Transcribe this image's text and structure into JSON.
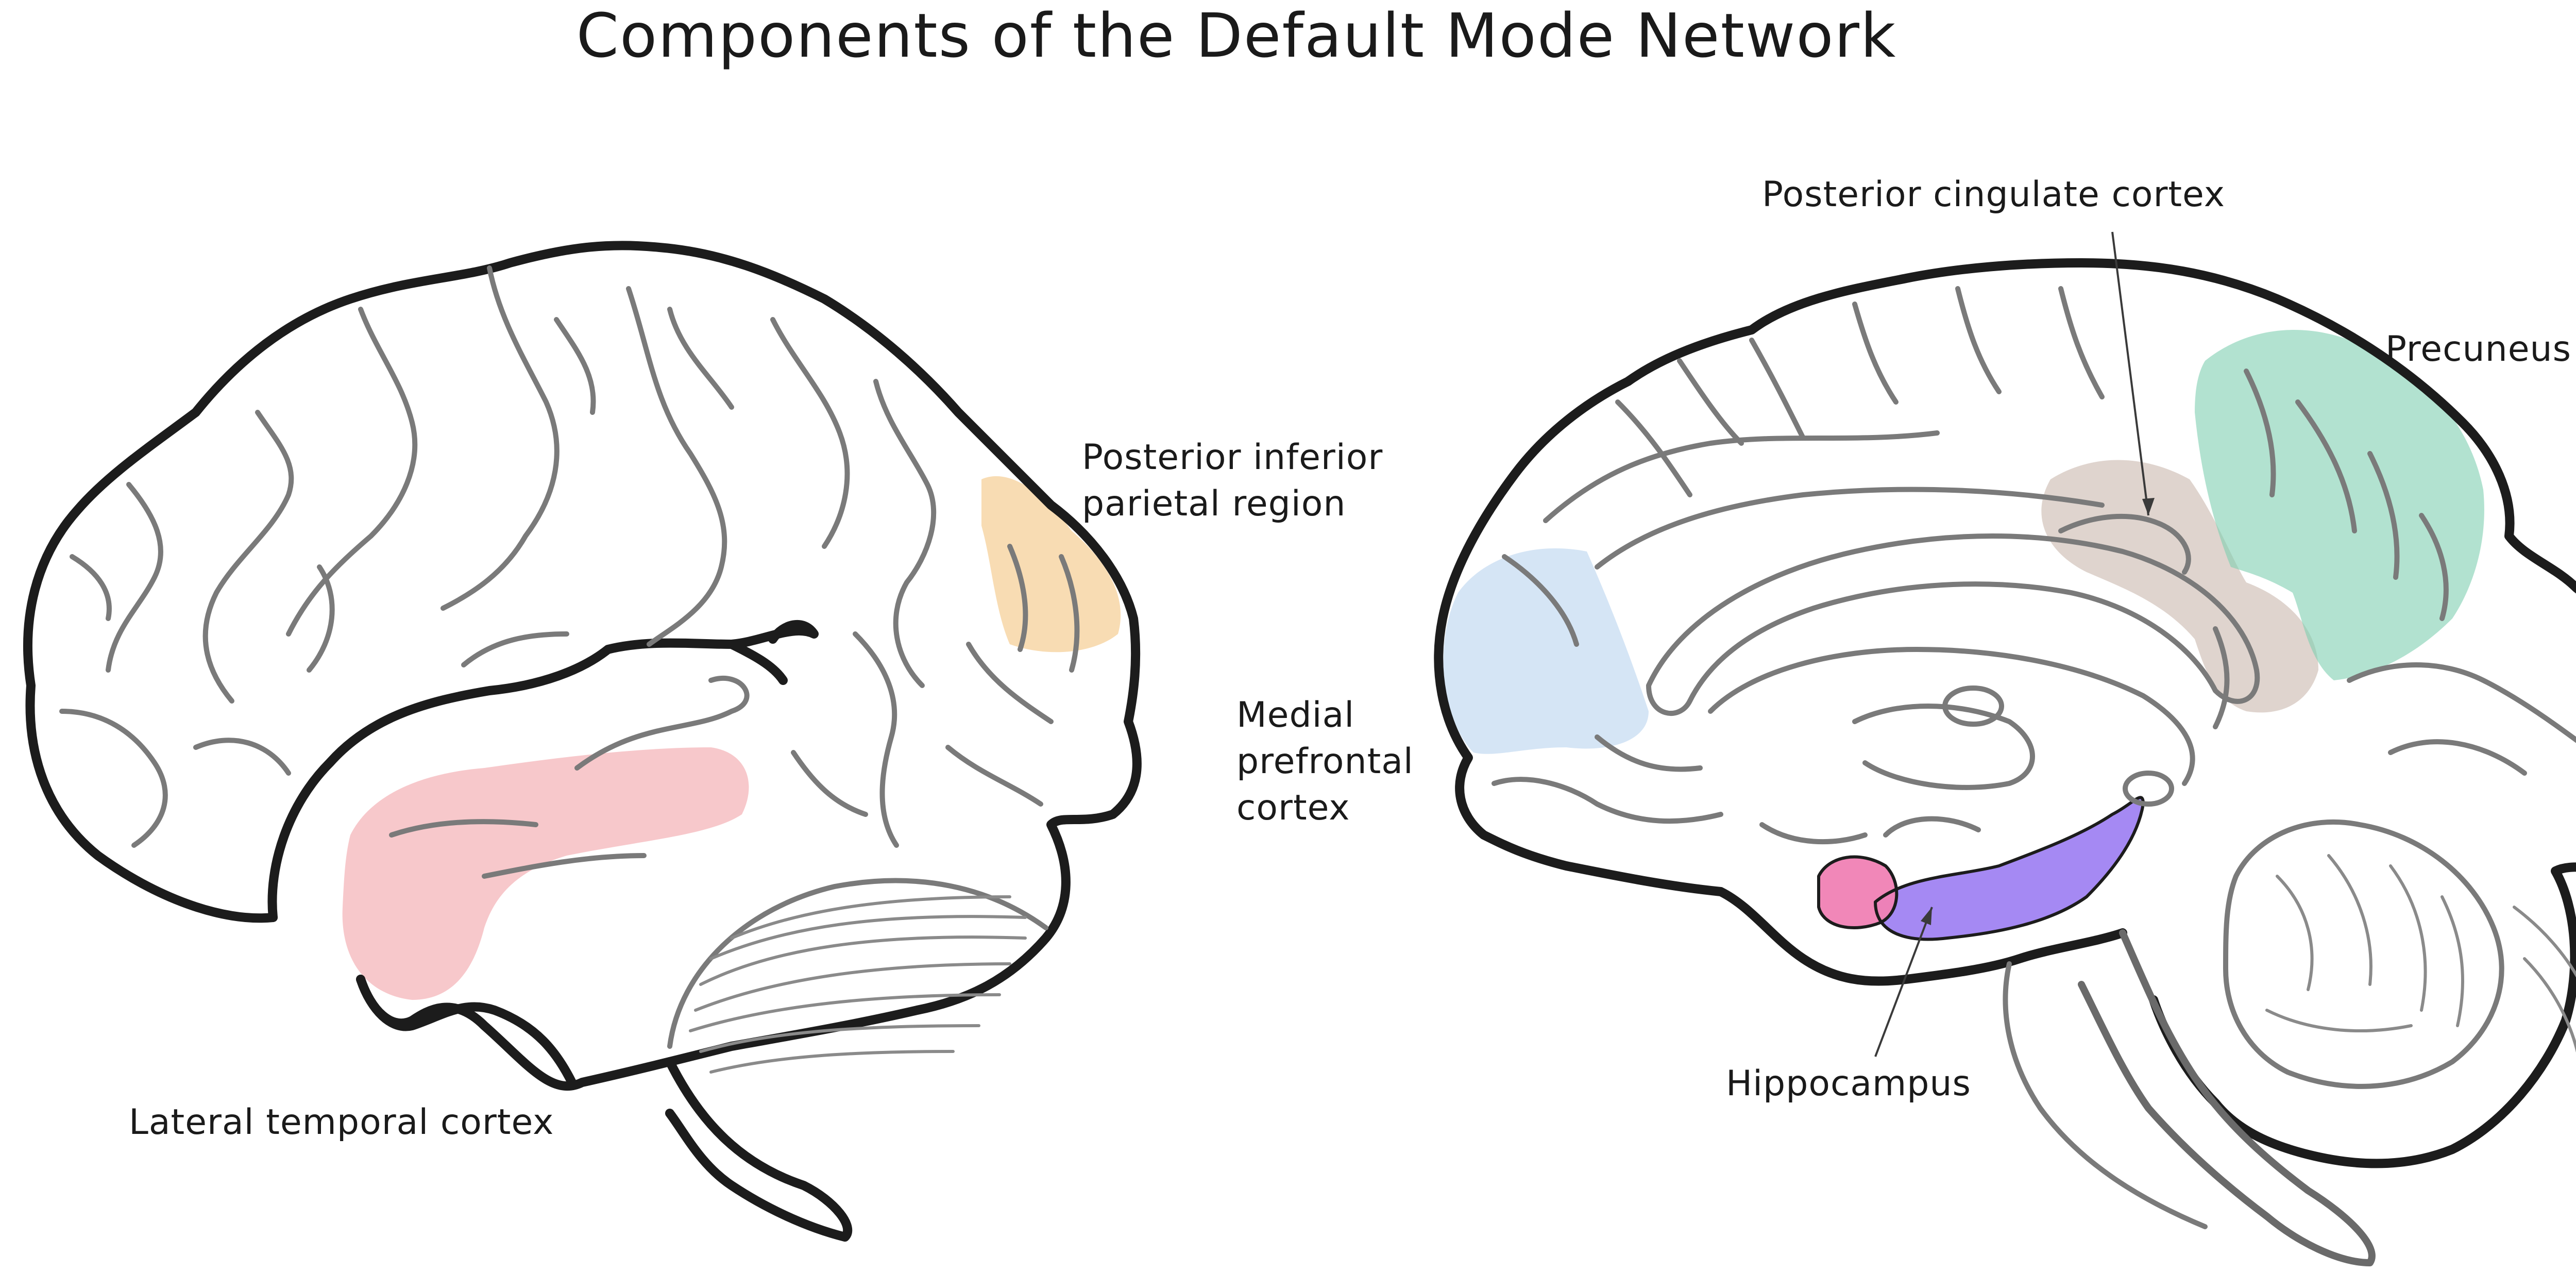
{
  "title": "Components of the Default Mode Network",
  "lateral_view": {
    "labels": {
      "posterior_inferior_parietal_line1": "Posterior inferior",
      "posterior_inferior_parietal_line2": "parietal region",
      "lateral_temporal": "Lateral temporal cortex"
    }
  },
  "medial_view": {
    "labels": {
      "medial_prefrontal_line1": "Medial",
      "medial_prefrontal_line2": "prefrontal",
      "medial_prefrontal_line3": "cortex",
      "posterior_cingulate": "Posterior cingulate cortex",
      "precuneus": "Precuneus",
      "hippocampus": "Hippocampus"
    }
  },
  "colors": {
    "posterior_inferior_parietal": "#f5c98a",
    "lateral_temporal": "#f2a3a8",
    "medial_prefrontal": "#b9d3ee",
    "posterior_cingulate": "#c9b8ae",
    "precuneus": "#7fcfb1",
    "hippocampus": "#9b7cf2",
    "amygdala": "#f081b4"
  }
}
